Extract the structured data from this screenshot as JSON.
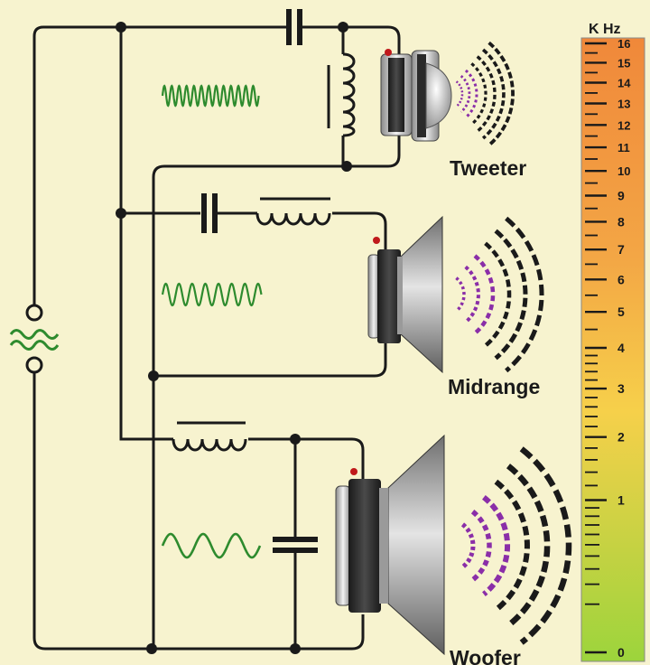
{
  "speakers": {
    "tweeter": {
      "label": "Tweeter"
    },
    "midrange": {
      "label": "Midrange"
    },
    "woofer": {
      "label": "Woofer"
    }
  },
  "scale": {
    "unit": "K Hz",
    "min": 0,
    "max": 16,
    "labels": [
      0,
      1,
      2,
      3,
      4,
      5,
      6,
      7,
      8,
      9,
      10,
      11,
      12,
      13,
      14,
      15,
      16
    ],
    "colors": {
      "top": "#f0883a",
      "mid": "#f6d04a",
      "bottom": "#9cd43c"
    }
  },
  "colors": {
    "wire": "#1a1a1a",
    "signal": "#2e8b2e",
    "sound_inner": "#8a2ea8",
    "sound_outer": "#1a1a1a",
    "background": "#f7f3cf"
  }
}
